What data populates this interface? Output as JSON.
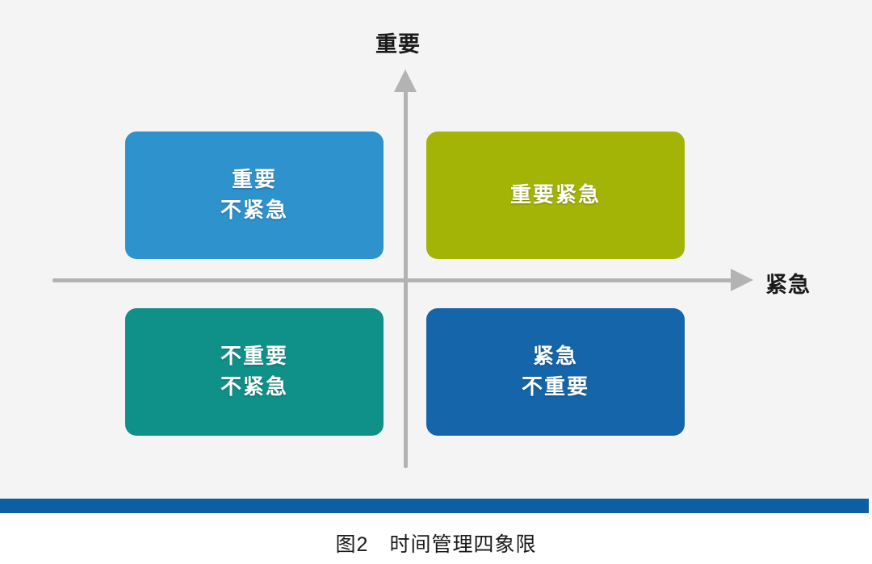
{
  "figure": {
    "caption": "图2　时间管理四象限",
    "background_color": "#f4f4f4",
    "accent_bar_color": "#0a5fa5"
  },
  "axes": {
    "vertical": {
      "label": "重要",
      "arrow_direction": "up",
      "color": "#b3b3b3"
    },
    "horizontal": {
      "label": "紧急",
      "arrow_direction": "right",
      "color": "#b3b3b3"
    }
  },
  "chart_data": {
    "type": "diagram",
    "title": "图2　时间管理四象限",
    "xlabel": "紧急",
    "ylabel": "重要",
    "quadrants": [
      {
        "position": "top-left",
        "lines": [
          "重要",
          "不紧急"
        ],
        "color": "#2e92cc",
        "x": "not-urgent",
        "y": "important"
      },
      {
        "position": "top-right",
        "lines": [
          "重要紧急"
        ],
        "color": "#a3b406",
        "x": "urgent",
        "y": "important"
      },
      {
        "position": "bottom-left",
        "lines": [
          "不重要",
          "不紧急"
        ],
        "color": "#0f9189",
        "x": "not-urgent",
        "y": "not-important"
      },
      {
        "position": "bottom-right",
        "lines": [
          "紧急",
          "不重要"
        ],
        "color": "#1565ab",
        "x": "urgent",
        "y": "not-important"
      }
    ]
  }
}
